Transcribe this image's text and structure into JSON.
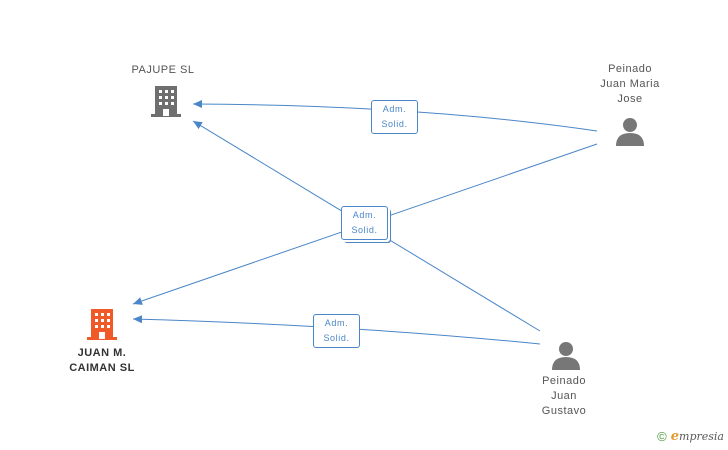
{
  "nodes": {
    "pajupe": {
      "label_lines": [
        "PAJUPE SL"
      ],
      "type": "company",
      "color": "#6f6f6f"
    },
    "juan_m": {
      "label_lines": [
        "JUAN M.",
        "CAIMAN SL"
      ],
      "type": "company",
      "color": "#f05a28"
    },
    "peinado_jm": {
      "label_lines": [
        "Peinado",
        "Juan Maria",
        "Jose"
      ],
      "type": "person",
      "color": "#777777"
    },
    "peinado_jg": {
      "label_lines": [
        "Peinado",
        "Juan",
        "Gustavo"
      ],
      "type": "person",
      "color": "#777777"
    }
  },
  "relations": [
    {
      "id": "r1",
      "lines": [
        "Adm.",
        "Solid."
      ]
    },
    {
      "id": "r2",
      "lines": [
        "Adm.",
        "Solid."
      ]
    },
    {
      "id": "r3",
      "lines": [
        "Adm.",
        "Solid."
      ]
    }
  ],
  "colors": {
    "edge": "#4a86c8"
  },
  "icons": {
    "company": "building-icon",
    "person": "person-icon",
    "copyright": "copyright-icon"
  },
  "brand": {
    "copyright_symbol": "©",
    "initial": "e",
    "name_rest": "mpresia"
  }
}
